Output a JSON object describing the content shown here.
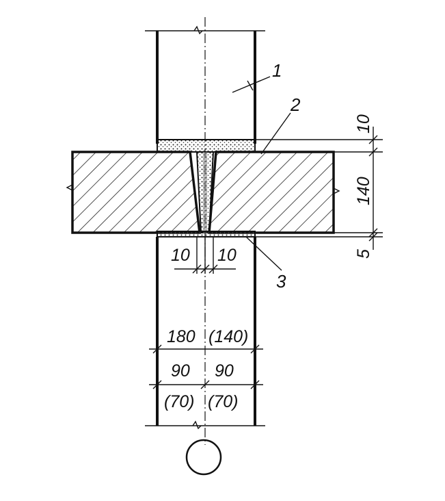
{
  "callouts": {
    "c1": "1",
    "c2": "2",
    "c3": "3"
  },
  "dimensions": {
    "right_top": "10",
    "right_mid": "140",
    "right_bottom": "5",
    "gap_left": "10",
    "gap_right": "10",
    "total_width": "180",
    "total_width_alt": "(140)",
    "half_left": "90",
    "half_right": "90",
    "half_left_alt": "(70)",
    "half_right_alt": "(70)"
  },
  "colors": {
    "ink": "#111111",
    "paper": "#ffffff"
  },
  "icons": {
    "axis_marker": "circle-axis-marker-icon",
    "break": "break-line-icon"
  }
}
